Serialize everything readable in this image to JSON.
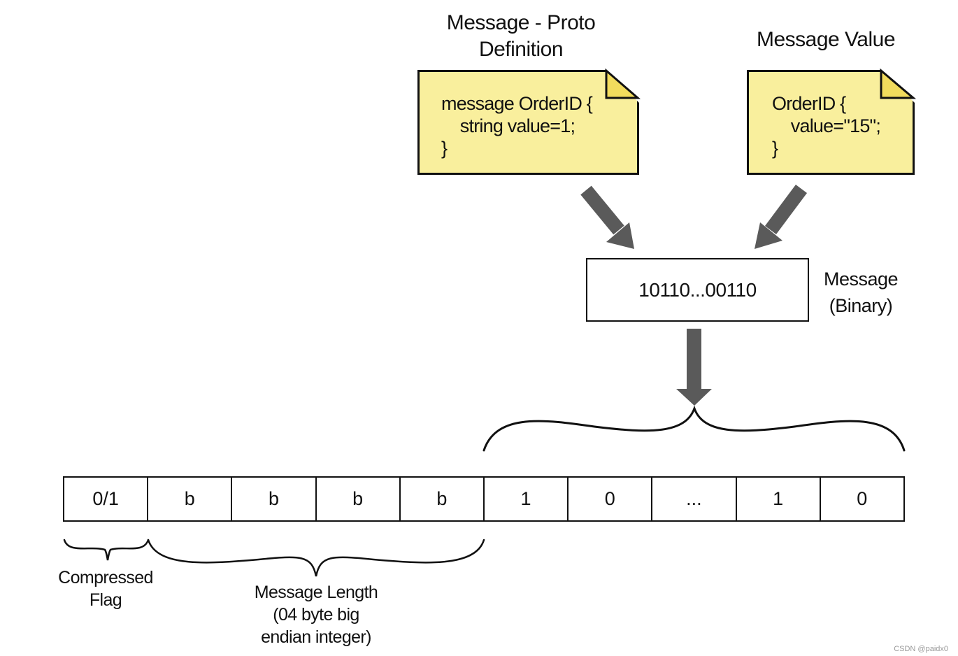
{
  "diagram": {
    "proto_title": {
      "line1": "Message - Proto",
      "line2": "Definition"
    },
    "value_title": "Message Value",
    "proto_note": {
      "code": "message OrderID {\n    string value=1;\n}"
    },
    "value_note": {
      "code": "OrderID {\n    value=\"15\";\n}"
    },
    "binary_message": "10110...00110",
    "binary_label": {
      "line1": "Message",
      "line2": "(Binary)"
    },
    "frame_cells": [
      "0/1",
      "b",
      "b",
      "b",
      "b",
      "1",
      "0",
      "...",
      "1",
      "0"
    ],
    "compressed_flag_label": {
      "line1": "Compressed",
      "line2": "Flag"
    },
    "message_length_label": {
      "line1": "Message Length",
      "line2": "(04 byte big",
      "line3": "endian integer)"
    },
    "watermark": "CSDN @paidx0"
  },
  "colors": {
    "note_fill": "#f9ef9d",
    "note_fold": "#f2dc5d",
    "arrow": "#5a5a5a",
    "stroke": "#111111"
  },
  "icons": {
    "arrow": "thick-gray-arrow",
    "note": "dog-eared-note",
    "brace": "curly-brace"
  }
}
